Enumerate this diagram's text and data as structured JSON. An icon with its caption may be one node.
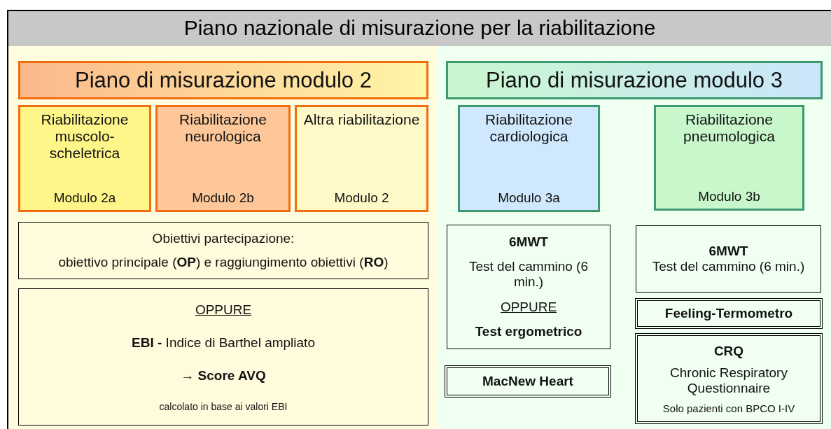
{
  "diagram": {
    "title": "Piano nazionale di misurazione per la riabilitazione",
    "nodes": [
      {
        "text": [
          "Piano di misurazione modulo 2"
        ]
      },
      {
        "text": [
          "Riabilitazione muscolo-scheletrica",
          "Modulo 2a"
        ]
      },
      {
        "text": [
          "Riabilitazione neurologica",
          "Modulo 2b"
        ]
      },
      {
        "text": [
          "Altra riabilitazione",
          "Modulo 2"
        ]
      },
      {
        "text": [
          "Obiettivi partecipazione:",
          "obiettivo principale (**OP**) e raggiungimento obiettivi (**RO**)"
        ]
      },
      {
        "text": [
          "OPPURE",
          "**EBI -** Indice di Barthel ampliato",
          "→ Score AVQ",
          "calcolato in base ai valori EBI"
        ]
      },
      {
        "text": [
          "Piano di misurazione modulo 3"
        ]
      },
      {
        "text": [
          "Riabilitazione cardiologica",
          "Modulo 3a"
        ]
      },
      {
        "text": [
          "Riabilitazione pneumologica",
          "Modulo 3b"
        ]
      },
      {
        "text": [
          "6MWT",
          "Test del cammino (6 min.)",
          "OPPURE",
          "Test ergometrico"
        ]
      },
      {
        "text": [
          "MacNew Heart"
        ]
      },
      {
        "text": [
          "6MWT",
          "Test del cammino (6 min.)"
        ]
      },
      {
        "text": [
          "Feeling-Termometro"
        ]
      },
      {
        "text": [
          "CRQ",
          "Chronic Respiratory Questionnaire",
          "Solo pazienti con BPCO I-IV"
        ]
      }
    ]
  }
}
